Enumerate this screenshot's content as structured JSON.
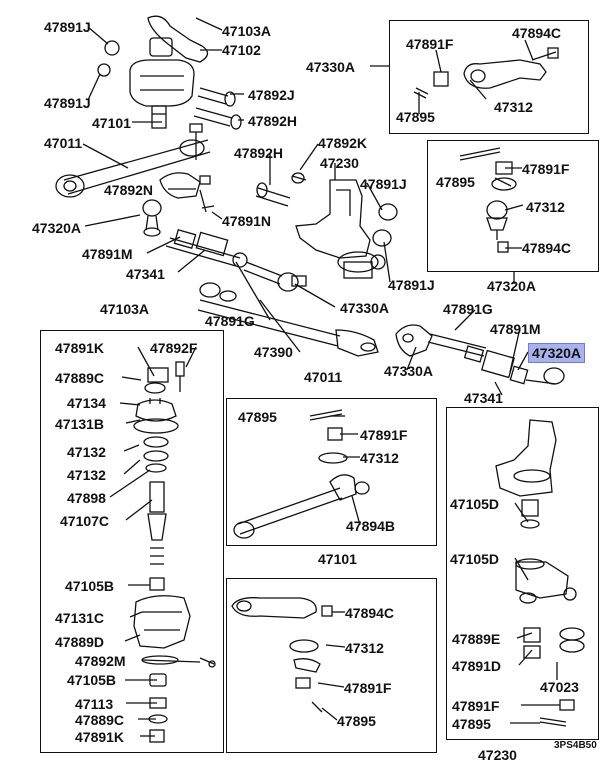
{
  "diagram": {
    "code": "3PS4B50",
    "labels": {
      "l01": "47891J",
      "l02": "47103A",
      "l03": "47102",
      "l04": "47891J",
      "l05": "47892J",
      "l06": "47101",
      "l07": "47892H",
      "l08": "47011",
      "l09": "47892K",
      "l10": "47892H",
      "l11": "47230",
      "l12": "47892N",
      "l13": "47891J",
      "l14": "47891N",
      "l15": "47320A",
      "l16": "47891M",
      "l17": "47341",
      "l18": "47891J",
      "l19": "47330A",
      "l20": "47891G",
      "l21": "47390",
      "u01": "47891F",
      "u02": "47894C",
      "u03": "47330A",
      "u04": "47312",
      "u05": "47895",
      "r01": "47895",
      "r02": "47891F",
      "r03": "47312",
      "r04": "47894C",
      "r05": "47320A",
      "m01": "47891G",
      "m02": "47891M",
      "m03": "47320A",
      "m04": "47330A",
      "m05": "47341",
      "a00": "47103A",
      "a01": "47891K",
      "a02": "47892F",
      "a03": "47889C",
      "a04": "47134",
      "a05": "47131B",
      "a06": "47132",
      "a07": "47132",
      "a08": "47898",
      "a09": "47107C",
      "a10": "47105B",
      "a11": "47131C",
      "a12": "47889D",
      "a13": "47892M",
      "a14": "47105B",
      "a15": "47113",
      "a16": "47889C",
      "a17": "47891K",
      "b00": "47011",
      "b01": "47895",
      "b02": "47891F",
      "b03": "47312",
      "b04": "47894B",
      "c00": "47101",
      "c01": "47894C",
      "c02": "47312",
      "c03": "47891F",
      "c04": "47895",
      "d01": "47105D",
      "d02": "47105D",
      "d03": "47889E",
      "d04": "47891D",
      "d05": "47023",
      "d06": "47891F",
      "d07": "47895",
      "d08": "47230"
    }
  }
}
